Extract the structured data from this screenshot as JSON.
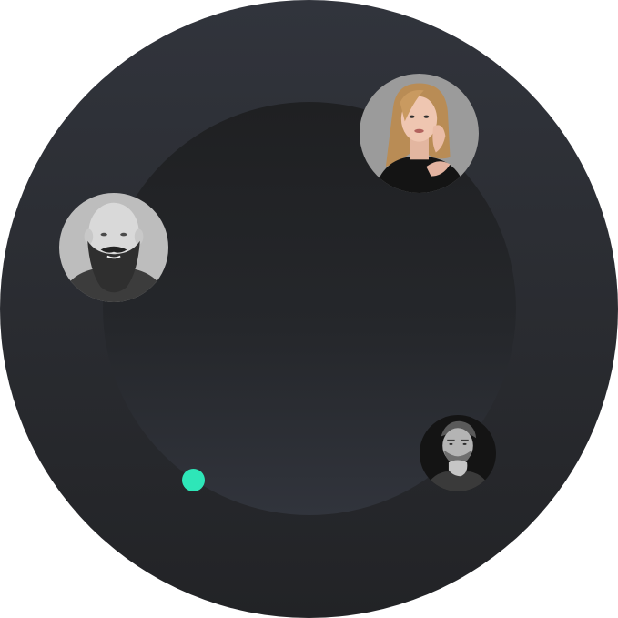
{
  "colors": {
    "outer_ring": "#2b2d32",
    "inner_disc": "#24262a",
    "status_dot": "#2ee6b8"
  },
  "avatars": [
    {
      "name": "woman-portrait",
      "style": "color"
    },
    {
      "name": "bearded-man-portrait",
      "style": "grayscale"
    },
    {
      "name": "man-portrait",
      "style": "grayscale-dark"
    }
  ],
  "status_dot": {
    "state": "online"
  }
}
